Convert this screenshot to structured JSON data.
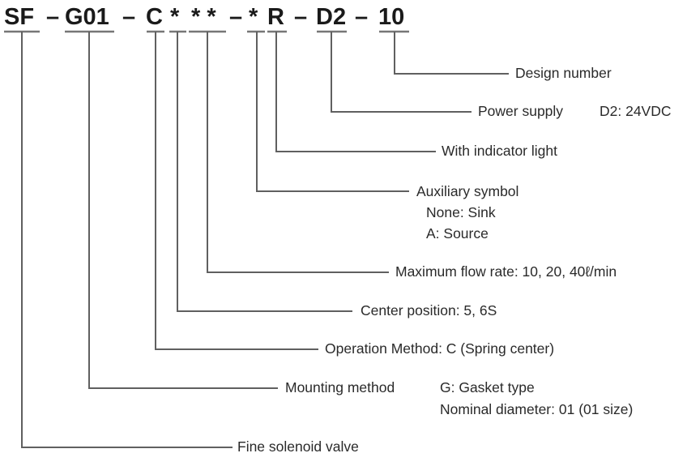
{
  "model_code": {
    "segments": [
      "SF",
      "–",
      "G01",
      "–",
      "C",
      "*",
      "* *",
      "–",
      "*",
      "R",
      "–",
      "D2",
      "–",
      "10"
    ]
  },
  "callouts": {
    "design_number": {
      "title": "Design number"
    },
    "power_supply": {
      "title": "Power supply",
      "detail": "D2: 24VDC"
    },
    "indicator": {
      "title": "With indicator light"
    },
    "auxiliary": {
      "title": "Auxiliary symbol",
      "lines": [
        "None: Sink",
        "A: Source"
      ]
    },
    "max_flow": {
      "title": "Maximum flow rate: 10, 20, 40ℓ/min"
    },
    "center_position": {
      "title": "Center position: 5, 6S"
    },
    "operation_method": {
      "title": "Operation Method: C (Spring center)"
    },
    "mounting": {
      "title": "Mounting method",
      "lines": [
        "G: Gasket type",
        "Nominal diameter: 01 (01 size)"
      ]
    },
    "valve": {
      "title": "Fine solenoid valve"
    }
  }
}
